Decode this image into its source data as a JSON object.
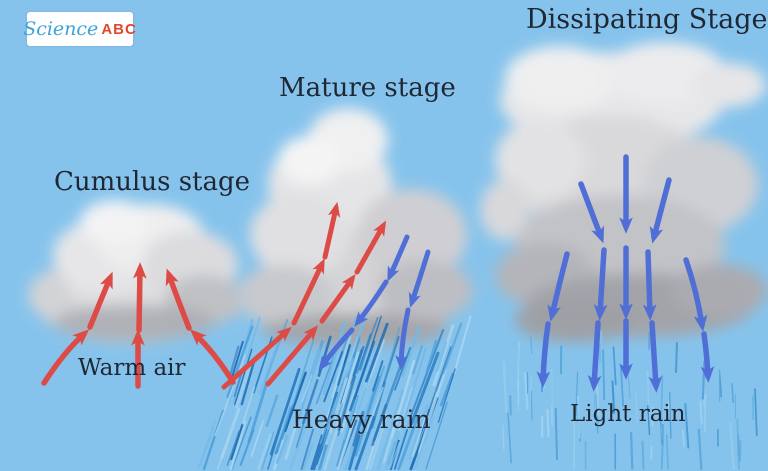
{
  "logo": {
    "science": "Science",
    "abc": "ABC"
  },
  "stages": {
    "cumulus": {
      "title": "Cumulus stage",
      "label": "Warm air"
    },
    "mature": {
      "title": "Mature stage",
      "label": "Heavy rain"
    },
    "dissipating": {
      "title": "Dissipating Stage",
      "label": "Light rain"
    }
  },
  "colors": {
    "sky": "#86c3ec",
    "updraft_red": "#dc4b46",
    "downdraft_blue": "#4f6fd6",
    "title_text": "#1e2733",
    "logo_science_blue": "#3aa4da",
    "logo_abc_red": "#e0492f",
    "heavy_rain_palette": [
      "#2e7fc3",
      "#4a9ed9",
      "#74b9e8",
      "#a9d6f2",
      "#1f6db4"
    ],
    "light_rain_palette": [
      "#56a8dd",
      "#83c3ec",
      "#3f93cf",
      "#9fd2f0"
    ]
  }
}
